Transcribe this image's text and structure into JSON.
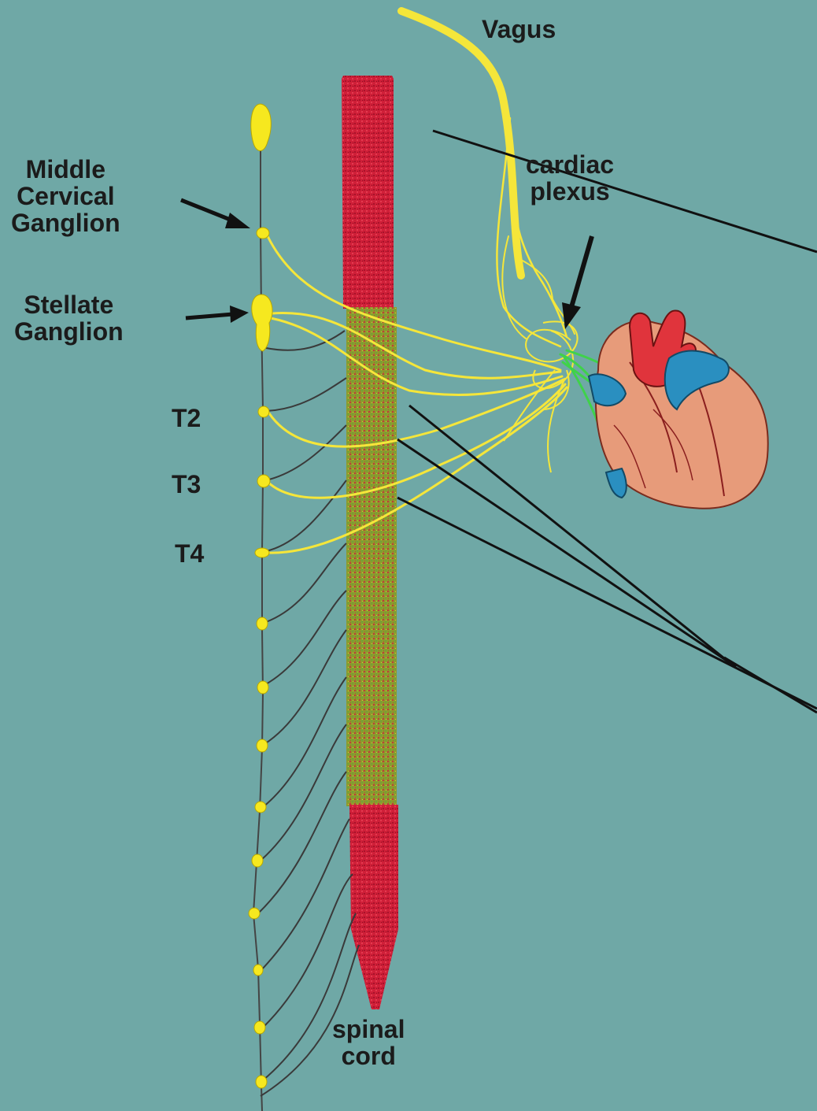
{
  "labels": {
    "vagus": "Vagus",
    "cardiac_plexus": "cardiac\nplexus",
    "middle_cervical_ganglion": "Middle\nCervical\nGanglion",
    "stellate_ganglion": "Stellate\nGanglion",
    "t2": "T2",
    "t3": "T3",
    "t4": "T4",
    "spinal_cord": "spinal\ncord"
  },
  "colors": {
    "background": "#6fa8a6",
    "spinal_cord_red": "#d0213a",
    "thoracic_segment_green": "#8d9a2c",
    "nerve_yellow": "#f7ea3a",
    "ganglion_yellow": "#f6e81f",
    "chain_line": "#444444",
    "leader_line": "#111111",
    "heart_green_nerves": "#3fd24a",
    "heart_muscle": "#e39a7a",
    "aorta_red": "#e0343c",
    "vessel_blue": "#2a8fc0"
  },
  "icons": {
    "heart": "heart-icon"
  }
}
